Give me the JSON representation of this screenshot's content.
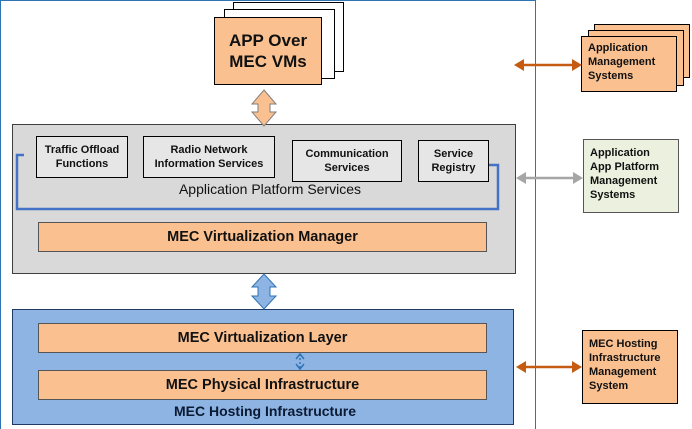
{
  "app_box": {
    "line1": "APP Over",
    "line2": "MEC VMs"
  },
  "platform": {
    "services": [
      {
        "line1": "Traffic Offload",
        "line2": "Functions"
      },
      {
        "line1": "Radio Network",
        "line2": "Information Services"
      },
      {
        "line1": "Communication",
        "line2": "Services"
      },
      {
        "line1": "Service",
        "line2": "Registry"
      }
    ],
    "platform_services_label": "Application Platform Services",
    "virtualization_manager": "MEC Virtualization Manager"
  },
  "hosting": {
    "virtualization_layer": "MEC Virtualization Layer",
    "physical_infrastructure": "MEC Physical Infrastructure",
    "label": "MEC Hosting Infrastructure"
  },
  "side": {
    "app_mgmt": {
      "line1": "Application",
      "line2": "Management",
      "line3": "Systems"
    },
    "platform_mgmt": {
      "line1": "Application",
      "line2": "App Platform",
      "line3": "Management",
      "line4": "Systems"
    },
    "hosting_mgmt": {
      "line1": "MEC Hosting",
      "line2": "Infrastructure",
      "line3": "Management",
      "line4": "System"
    }
  },
  "colors": {
    "orange_fill": "#FAC090",
    "platform_grey": "#D9D9D9",
    "hosting_blue": "#8EB4E3",
    "blue_border": "#2E74B5",
    "orange_arrow": "#C55A11",
    "grey_arrow": "#A6A6A6"
  }
}
